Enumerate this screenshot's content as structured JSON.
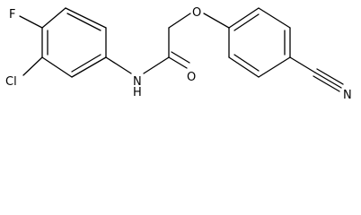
{
  "molecule": {
    "atoms": {
      "fluorine": "F",
      "chlorine": "Cl",
      "nitrogen": "N",
      "hydrogen": "H",
      "carbonyl_oxygen": "O",
      "ether_oxygen": "O",
      "nitrile_nitrogen": "N"
    },
    "colors": {
      "bond": "#000000",
      "label": "#000000",
      "background": "#ffffff"
    }
  }
}
